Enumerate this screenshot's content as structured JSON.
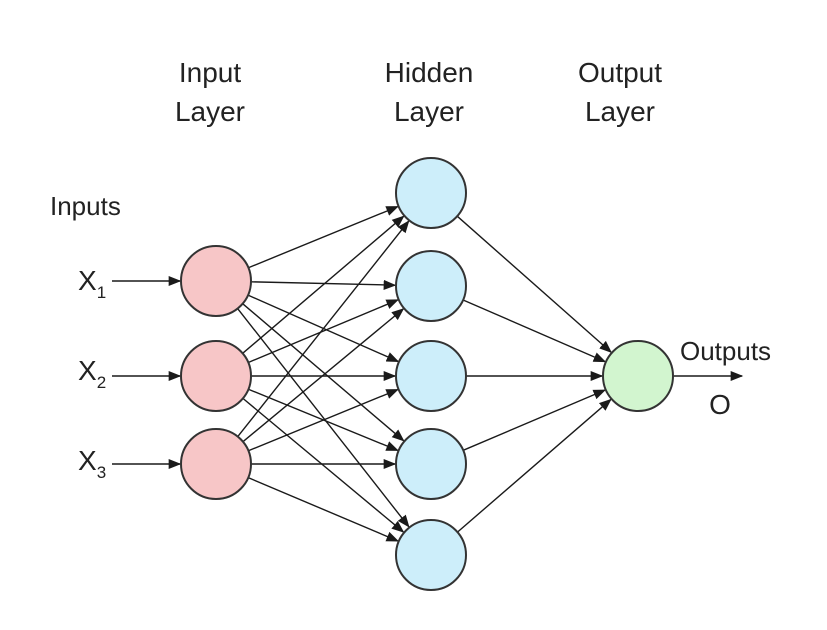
{
  "layers": {
    "input": {
      "title_line1": "Input",
      "title_line2": "Layer",
      "node_color": "#f7c6c7",
      "node_count": 3
    },
    "hidden": {
      "title_line1": "Hidden",
      "title_line2": "Layer",
      "node_color": "#cdeefa",
      "node_count": 5
    },
    "output": {
      "title_line1": "Output",
      "title_line2": "Layer",
      "node_color": "#d2f5cf",
      "node_count": 1
    }
  },
  "inputs_label": "Inputs",
  "outputs_label": "Outputs",
  "output_symbol": "O",
  "input_vars": [
    {
      "letter": "X",
      "sub": "1"
    },
    {
      "letter": "X",
      "sub": "2"
    },
    {
      "letter": "X",
      "sub": "3"
    }
  ],
  "connections": "fully-connected"
}
